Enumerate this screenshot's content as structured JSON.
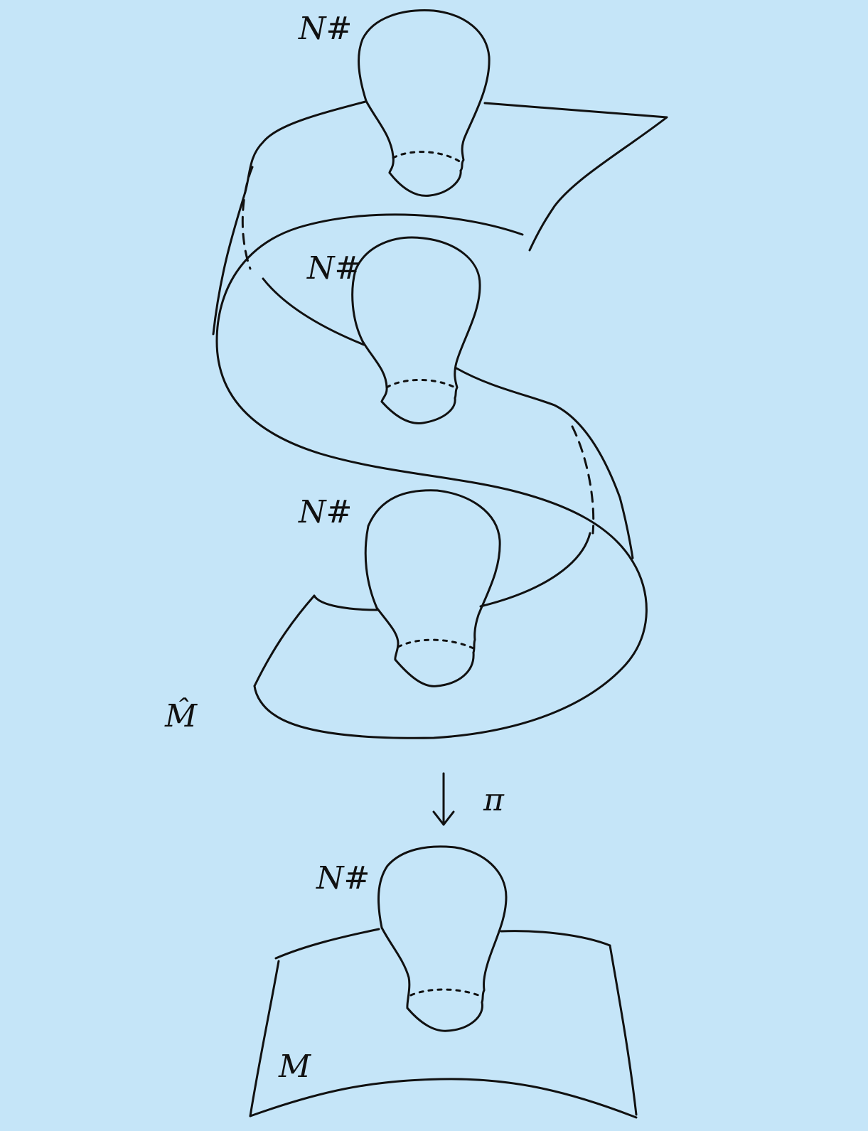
{
  "background_color": "#c5e5f8",
  "stroke_color": "#111111",
  "labels": {
    "bulb_label": "N#",
    "cover_label": "M̂",
    "projection_label": "π",
    "base_label": "M"
  },
  "bulb_count_in_cover": 3,
  "bulb_count_in_base": 1
}
